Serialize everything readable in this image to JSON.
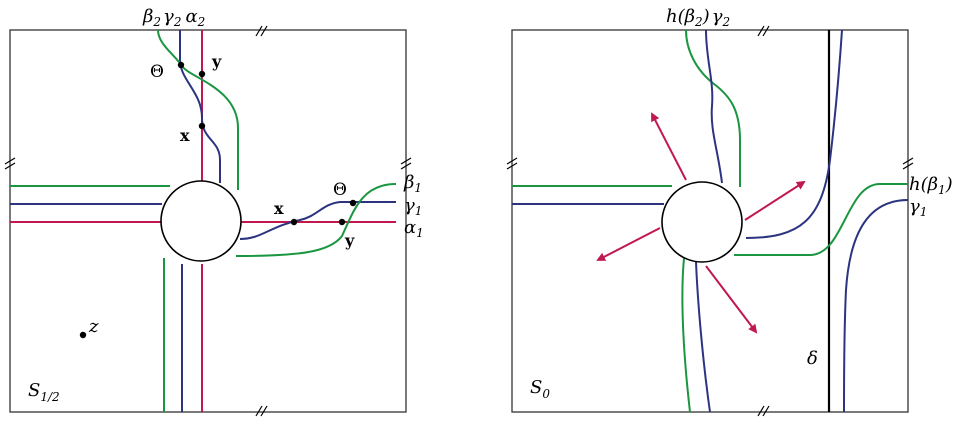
{
  "left_panel": {
    "top_label": {
      "b": "β",
      "b_sub": "2",
      "g": "γ",
      "g_sub": "2",
      "a": "α",
      "a_sub": "2"
    },
    "right_labels": {
      "beta": "β",
      "beta_sub": "1",
      "gamma": "γ",
      "gamma_sub": "1",
      "alpha": "α",
      "alpha_sub": "1"
    },
    "points": {
      "theta_top": "Θ",
      "y_top": "y",
      "x_top": "x",
      "x_right": "x",
      "theta_right": "Θ",
      "y_right": "y",
      "z": "z"
    },
    "surface_label": "S",
    "surface_sub": "1/2"
  },
  "right_panel": {
    "top_label": {
      "pre": "h(",
      "b": "β",
      "b_sub": "2",
      "post": ")",
      "g": "γ",
      "g_sub": "2"
    },
    "right_labels": {
      "h_pre": "h(",
      "beta": "β",
      "beta_sub": "1",
      "h_post": ")",
      "gamma": "γ",
      "gamma_sub": "1"
    },
    "delta": "δ",
    "surface_label": "S",
    "surface_sub": "0"
  },
  "colors": {
    "green": "#1a9641",
    "blue": "#2c3480",
    "red": "#c0184f",
    "black": "#000000"
  }
}
